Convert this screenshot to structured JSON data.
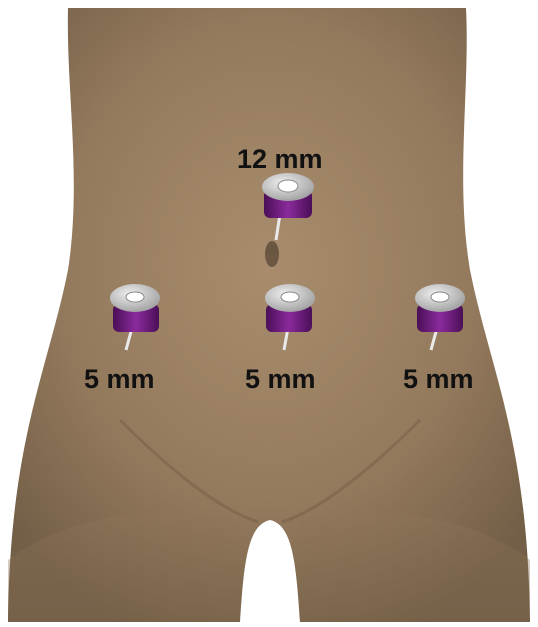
{
  "ports": {
    "umbilical": {
      "label": "12 mm"
    },
    "left": {
      "label": "5 mm"
    },
    "center": {
      "label": "5 mm"
    },
    "right": {
      "label": "5 mm"
    }
  },
  "colors": {
    "background": "#ffffff",
    "skin": "#9a7f61",
    "skin_shadow": "#6f5a44",
    "port_cap": "#c9c9c9",
    "port_body": "#6a1a7a",
    "label": "#111111"
  }
}
